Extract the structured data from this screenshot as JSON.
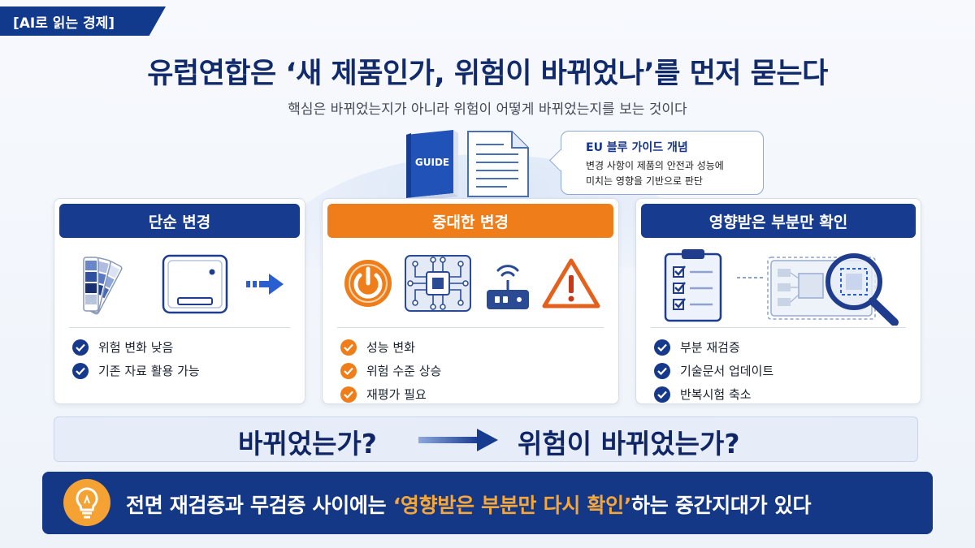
{
  "tag": "[AI로 읽는 경제]",
  "title": "유럽연합은 ‘새 제품인가, 위험이 바뀌었나’를 먼저 묻는다",
  "subtitle": "핵심은 바뀌었는지가 아니라 위험이 어떻게 바뀌었는지를 보는 것이다",
  "book_label": "GUIDE",
  "bubble": {
    "title": "EU 블루 가이드 개념",
    "line1": "변경 사항이 제품의 안전과 성능에",
    "line2": "미치는 영향을 기반으로 판단"
  },
  "cards": [
    {
      "title": "단순 변경",
      "accent": "#173b8f",
      "icons": [
        "color-swatch-icon",
        "device-box-icon",
        "arrow-right-icon"
      ],
      "items": [
        "위험 변화 낮음",
        "기존 자료 활용 가능"
      ]
    },
    {
      "title": "중대한 변경",
      "accent": "#ee7d1a",
      "icons": [
        "power-icon",
        "circuit-chip-icon",
        "wireless-router-icon",
        "warning-icon"
      ],
      "items": [
        "성능 변화",
        "위험 수준 상승",
        "재평가 필요"
      ]
    },
    {
      "title": "영향받은 부분만 확인",
      "accent": "#173b8f",
      "icons": [
        "checklist-clipboard-icon",
        "circuit-board-icon",
        "magnifier-icon"
      ],
      "items": [
        "부분 재검증",
        "기술문서 업데이트",
        "반복시험 축소"
      ]
    }
  ],
  "flow": {
    "from": "바뀌었는가?",
    "to": "위험이 바뀌었는가?"
  },
  "banner": {
    "pre": "전면 재검증과 무검증 사이에는 ",
    "highlight": "‘영향받은 부분만 다시 확인’",
    "post": "하는 중간지대가 있다"
  },
  "colors": {
    "navy": "#153886",
    "orange": "#ee7d1a",
    "highlight": "#f6a73a"
  }
}
